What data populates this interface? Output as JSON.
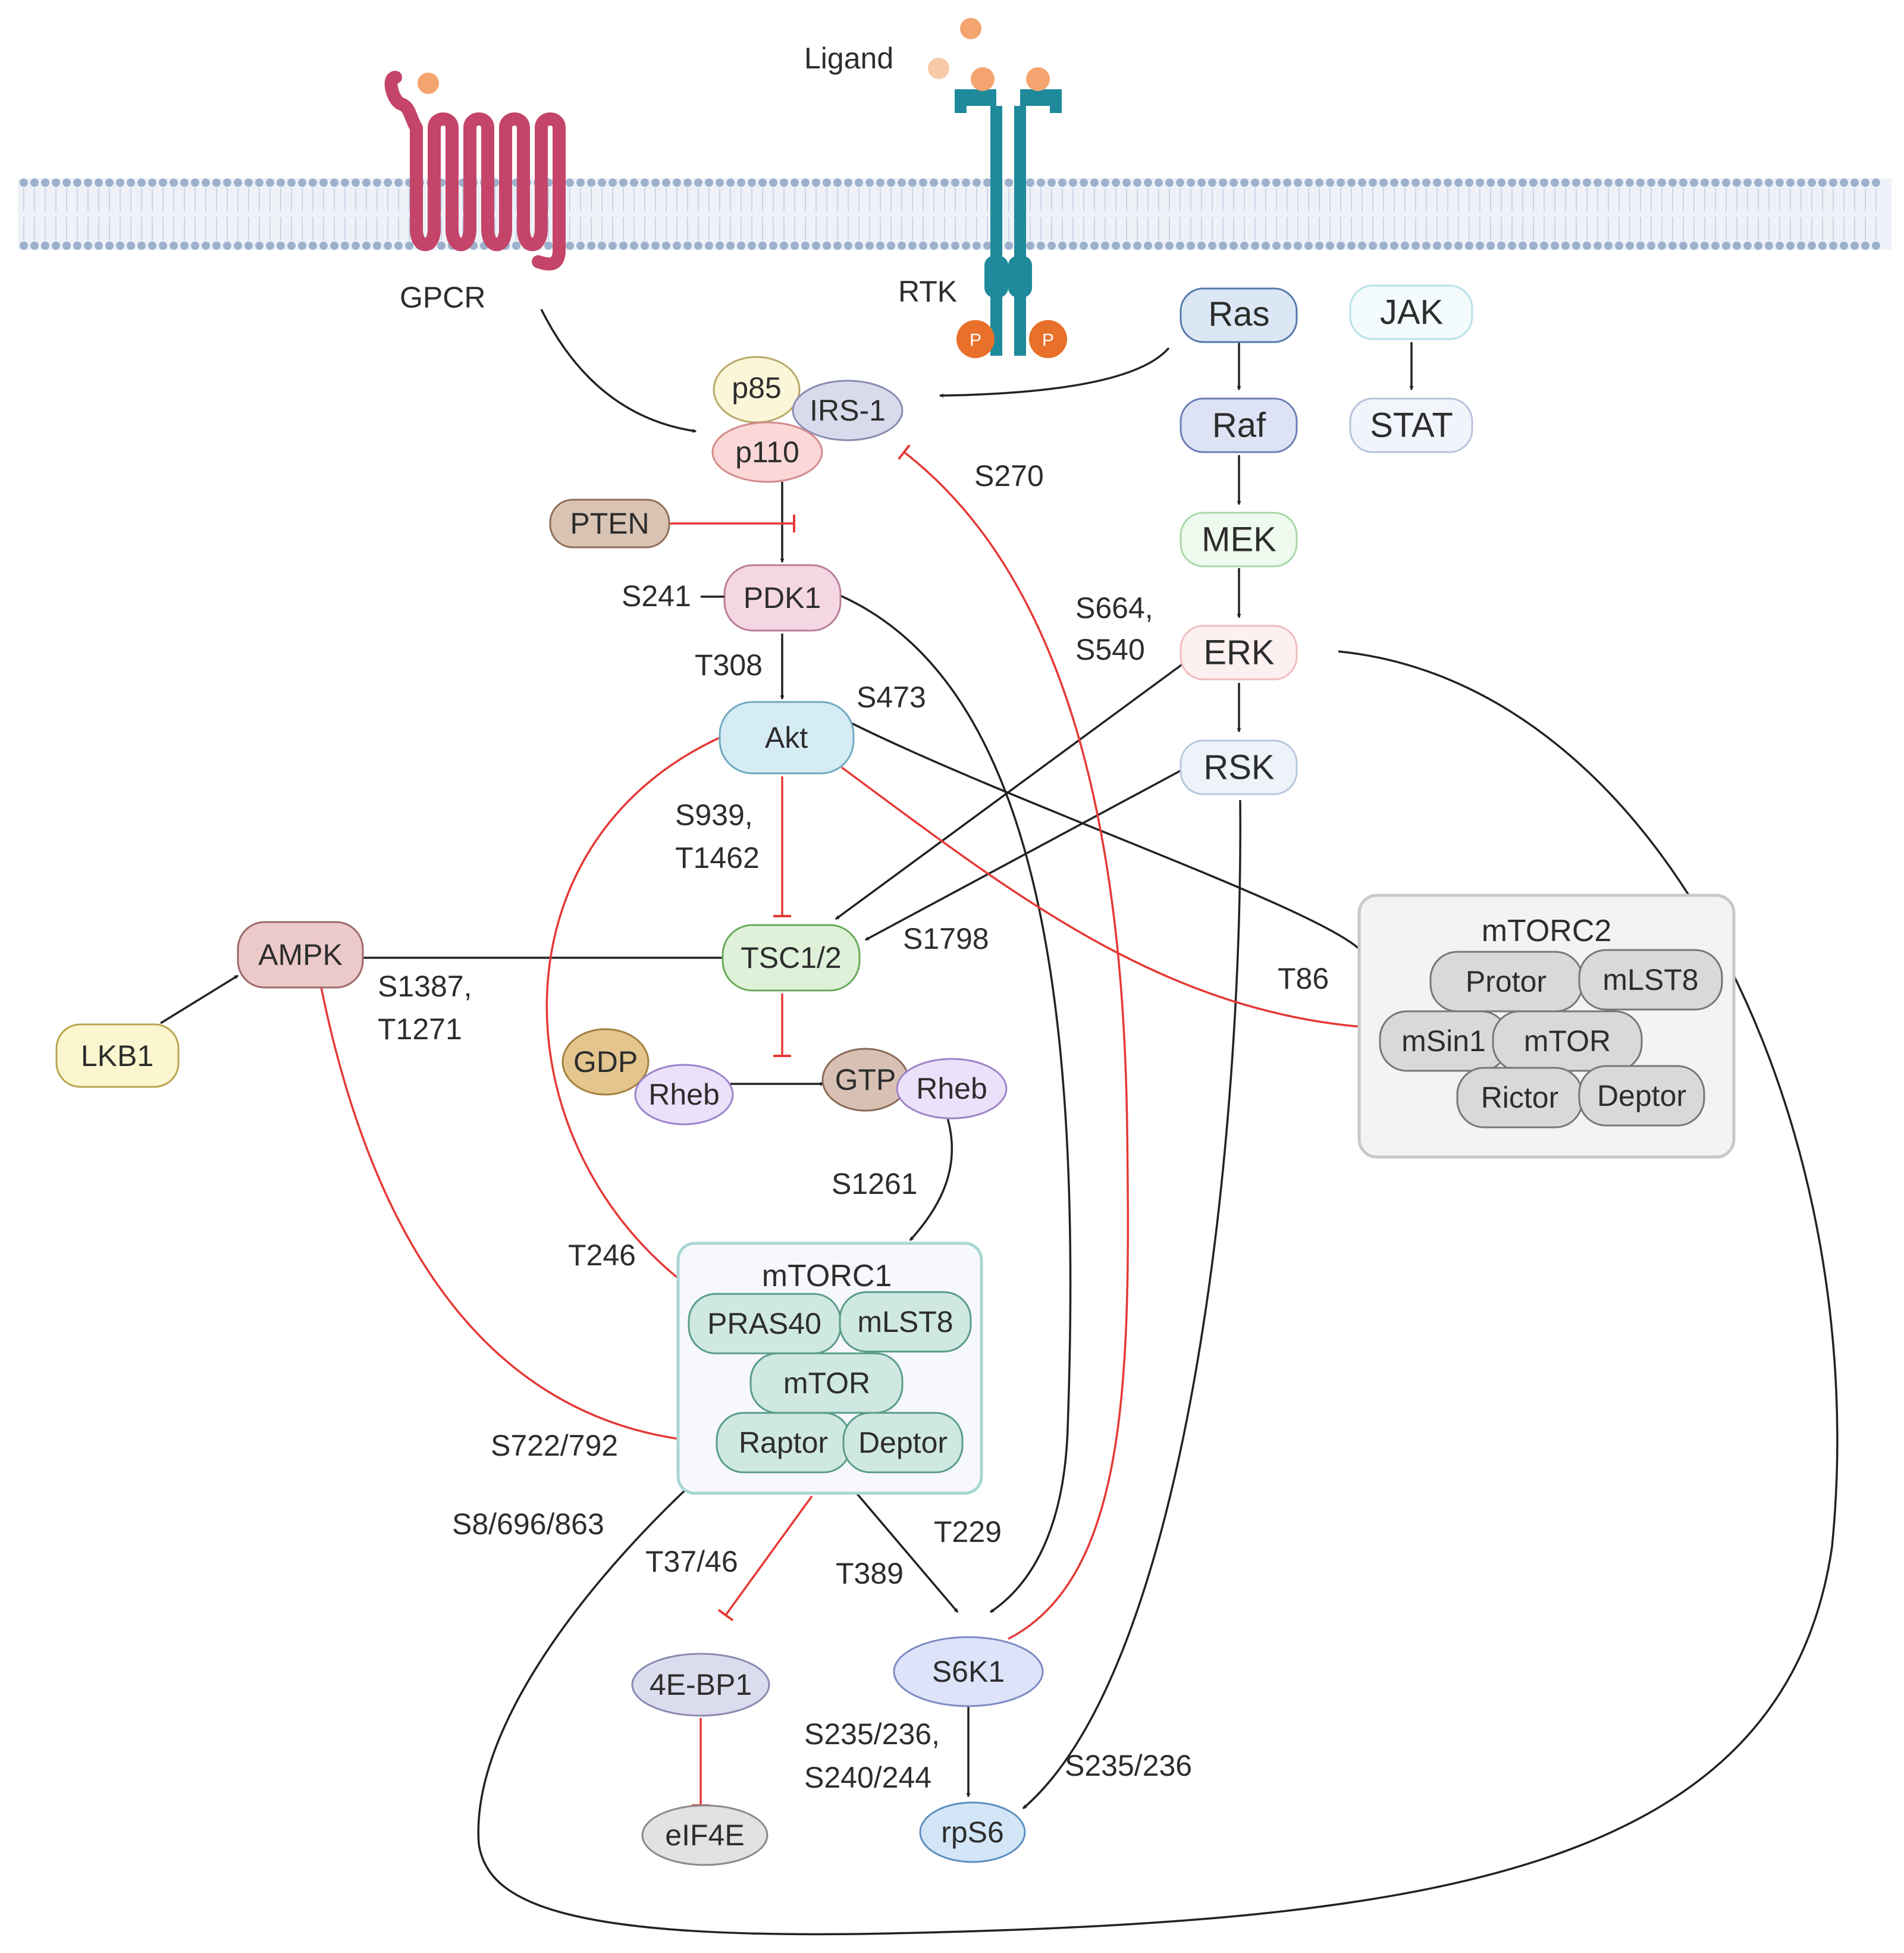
{
  "membrane": {
    "label_gpcr": "GPCR",
    "label_rtk": "RTK",
    "label_ligand": "Ligand",
    "phospho": "P"
  },
  "nodes": {
    "ras": "Ras",
    "raf": "Raf",
    "mek": "MEK",
    "erk": "ERK",
    "rsk": "RSK",
    "jak": "JAK",
    "stat": "STAT",
    "p85": "p85",
    "irs1": "IRS-1",
    "p110": "p110",
    "pten": "PTEN",
    "pdk1": "PDK1",
    "akt": "Akt",
    "ampk": "AMPK",
    "lkb1": "LKB1",
    "tsc": "TSC1/2",
    "gdp": "GDP",
    "rheb": "Rheb",
    "gtp": "GTP",
    "s6k1": "S6K1",
    "rps6": "rpS6",
    "ebp1": "4E-BP1",
    "eif4e": "eIF4E"
  },
  "mtorc1": {
    "title": "mTORC1",
    "pras40": "PRAS40",
    "mlst8": "mLST8",
    "mtor": "mTOR",
    "raptor": "Raptor",
    "deptor": "Deptor"
  },
  "mtorc2": {
    "title": "mTORC2",
    "protor": "Protor",
    "mlst8": "mLST8",
    "msin1": "mSin1",
    "mtor": "mTOR",
    "rictor": "Rictor",
    "deptor": "Deptor"
  },
  "sites": {
    "s270": "S270",
    "s241": "S241",
    "t308": "T308",
    "s473": "S473",
    "s664": "S664,",
    "s540": "S540",
    "s939": "S939,",
    "t1462": "T1462",
    "s1798": "S1798",
    "t86": "T86",
    "s1387": "S1387,",
    "t1271": "T1271",
    "s1261": "S1261",
    "t246": "T246",
    "s722": "S722/792",
    "s8": "S8/696/863",
    "t37": "T37/46",
    "t229": "T229",
    "t389": "T389",
    "s235a": "S235/236,",
    "s240": "S240/244",
    "s235b": "S235/236"
  },
  "colors": {
    "activation": "#222222",
    "inhibition": "#e53935",
    "gpcr": "#c44569",
    "rtk": "#1f8a9c",
    "ligand": "#f4a46e",
    "phospho": "#e8702a",
    "membrane": "#9db1cc",
    "mtorc1_fill": "#cfe8e0",
    "mtorc2_fill": "#d9d9d9"
  }
}
